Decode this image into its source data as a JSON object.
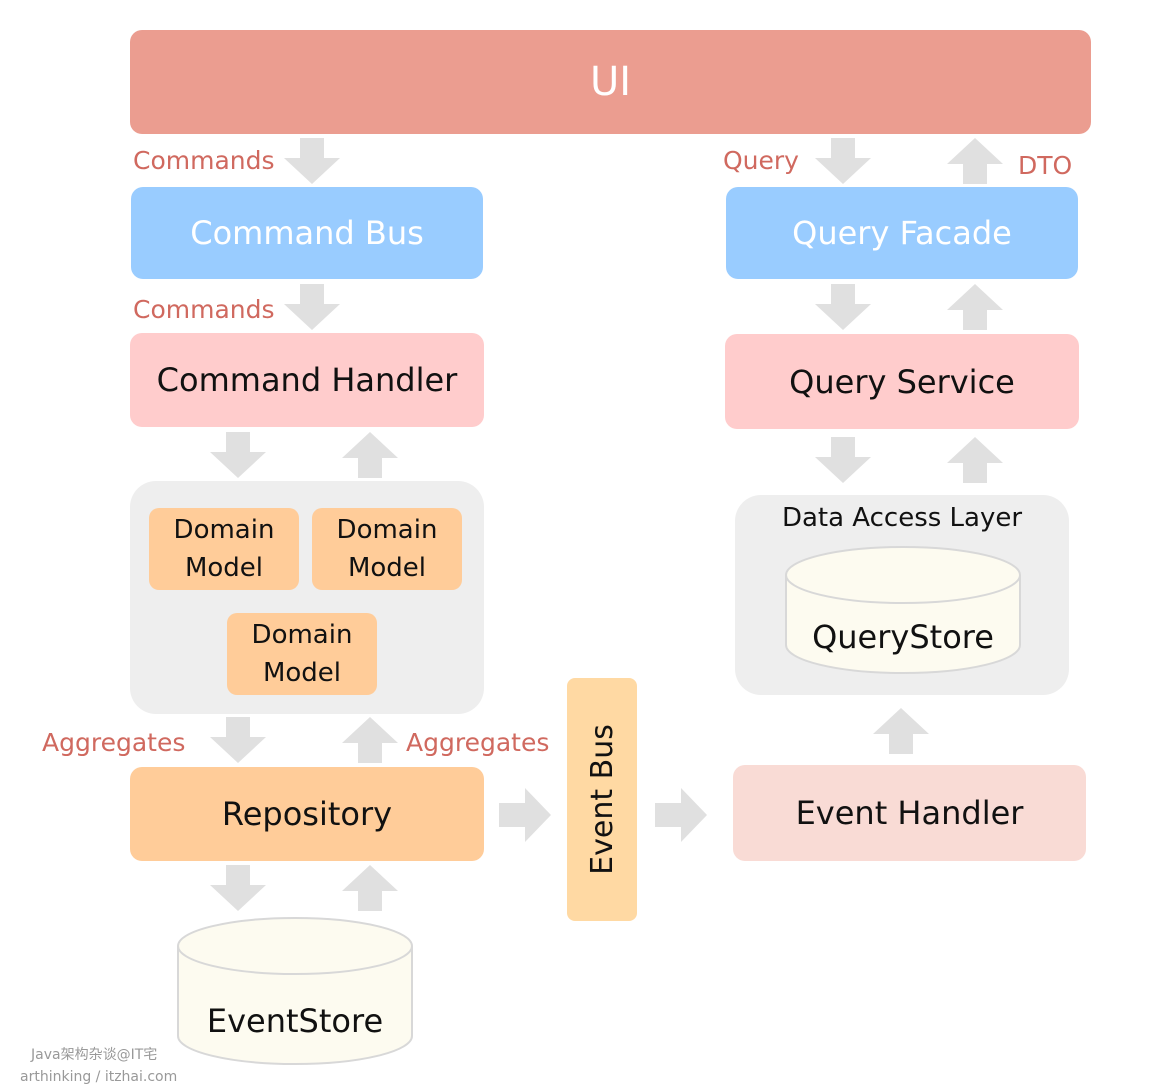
{
  "labels": {
    "ui": "UI",
    "commands_top": "Commands",
    "query": "Query",
    "dto": "DTO",
    "command_bus": "Command Bus",
    "query_facade": "Query Facade",
    "commands_mid": "Commands",
    "command_handler": "Command Handler",
    "query_service": "Query Service",
    "domain_model_1": "Domain Model",
    "domain_model_2": "Domain Model",
    "domain_model_3": "Domain Model",
    "data_access_layer": "Data Access Layer",
    "query_store": "QueryStore",
    "aggregates_left": "Aggregates",
    "aggregates_right": "Aggregates",
    "repository": "Repository",
    "event_bus": "Event Bus",
    "event_handler": "Event Handler",
    "event_store": "EventStore"
  },
  "watermark": {
    "line1": "Java架构杂谈@IT宅",
    "line2": "arthinking / itzhai.com"
  },
  "colors": {
    "ui": "#eb9d90",
    "bus": "#99ccff",
    "handler": "#ffcccc",
    "domain_model": "#ffcc99",
    "group": "#eeeeee",
    "event_bus": "#ffd9a3",
    "event_handler": "#f9dbd5",
    "store": "#fdfbf0",
    "arrow": "#e0e0e0",
    "label": "#d0695f"
  }
}
